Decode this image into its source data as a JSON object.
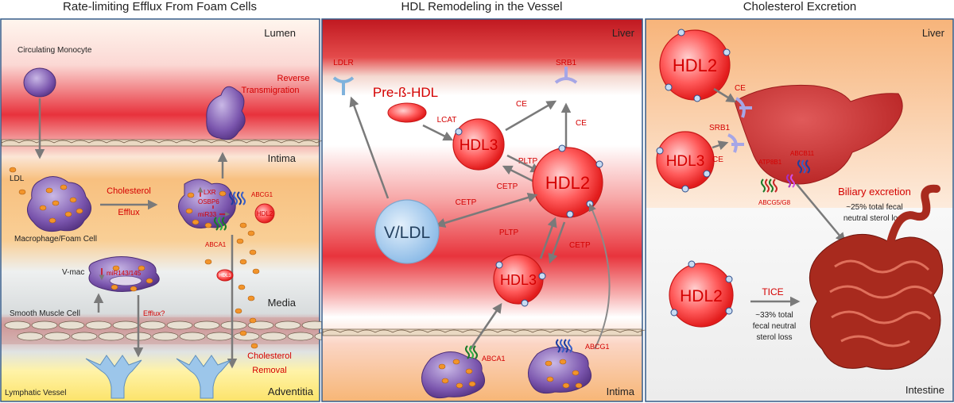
{
  "panels": [
    {
      "title": "Rate-limiting Efflux From Foam Cells",
      "labels": {
        "lumen": "Lumen",
        "circulating_monocyte": "Circulating Monocyte",
        "reverse": "Reverse",
        "transmigration": "Transmigration",
        "intima": "Intima",
        "ldl": "LDL",
        "cholesterol": "Cholesterol",
        "efflux": "Efflux",
        "lxr": "LXR",
        "osbp6": "OSBP6",
        "mir33": "miR33",
        "abcg1": "ABCG1",
        "hdl2": "HDL2",
        "abca1": "ABCA1",
        "macrophage": "Macrophage/Foam Cell",
        "vmac": "V-mac",
        "mir143": "miR143/145",
        "hdl3": "HDL3",
        "efflux_q": "Efflux?",
        "media": "Media",
        "smc": "Smooth Muscle Cell",
        "cholesterol2": "Cholesterol",
        "removal": "Removal",
        "lymphatic": "Lymphatic Vessel",
        "adventitia": "Adventitia"
      }
    },
    {
      "title": "HDL Remodeling in the Vessel",
      "labels": {
        "liver": "Liver",
        "ldlr": "LDLR",
        "srb1": "SRB1",
        "pre_hdl": "Pre-ß-HDL",
        "lcat": "LCAT",
        "ce1": "CE",
        "ce2": "CE",
        "hdl3_top": "HDL3",
        "pltp1": "PLTP",
        "cetp1": "CETP",
        "hdl2": "HDL2",
        "cetp2": "CETP",
        "vldl": "V/LDL",
        "pltp2": "PLTP",
        "cetp3": "CETP",
        "hdl3_bottom": "HDL3",
        "abca1": "ABCA1",
        "abcg1": "ABCG1",
        "intima": "Intima"
      }
    },
    {
      "title": "Cholesterol Excretion",
      "labels": {
        "liver": "Liver",
        "hdl2_top": "HDL2",
        "ce1": "CE",
        "srb1": "SRB1",
        "hdl3": "HDL3",
        "ce2": "CE",
        "atp8b1": "ATP8B1",
        "abcb11": "ABCB11",
        "abcg5": "ABCG5/G8",
        "biliary": "Biliary excretion",
        "biliary_sub1": "~25% total fecal",
        "biliary_sub2": "neutral sterol loss",
        "hdl2_bottom": "HDL2",
        "tice": "TICE",
        "tice_sub1": "~33% total",
        "tice_sub2": "fecal neutral",
        "tice_sub3": "sterol loss",
        "intestine": "Intestine"
      }
    }
  ],
  "colors": {
    "label_red": "#d40000",
    "hdl_fill": "#ff6a6a",
    "hdl_edge": "#c81818",
    "vldl_fill": "#a9cdef",
    "cell_fill": "#8a6bb8",
    "droplet": "#f2942a",
    "receptor": "#a6a6e6",
    "arrow": "#808080"
  }
}
